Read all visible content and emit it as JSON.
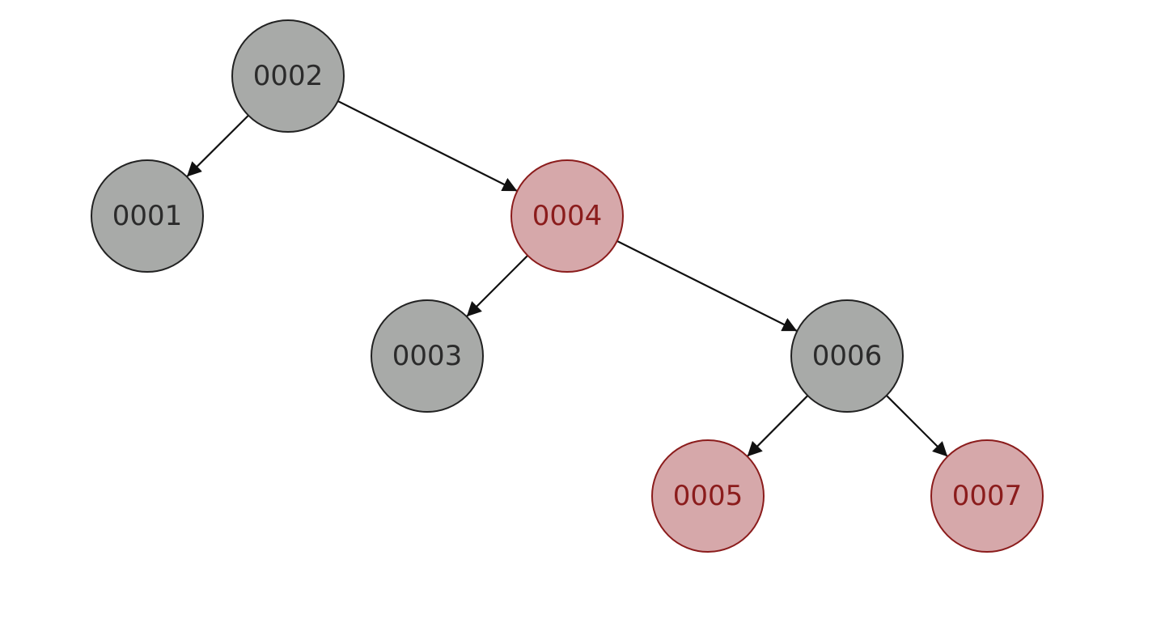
{
  "colors": {
    "black_fill": "#a8aaa8",
    "black_stroke": "#222222",
    "black_text": "#2b2b2b",
    "red_fill": "#d6a8aa",
    "red_stroke": "#8b1c1c",
    "red_text": "#8b1c1c",
    "edge": "#111111"
  },
  "tree": {
    "nodes": [
      {
        "id": "n2",
        "label": "0002",
        "color": "black"
      },
      {
        "id": "n1",
        "label": "0001",
        "color": "black"
      },
      {
        "id": "n4",
        "label": "0004",
        "color": "red"
      },
      {
        "id": "n3",
        "label": "0003",
        "color": "black"
      },
      {
        "id": "n6",
        "label": "0006",
        "color": "black"
      },
      {
        "id": "n5",
        "label": "0005",
        "color": "red"
      },
      {
        "id": "n7",
        "label": "0007",
        "color": "red"
      }
    ],
    "edges": [
      {
        "from": "n2",
        "to": "n1"
      },
      {
        "from": "n2",
        "to": "n4"
      },
      {
        "from": "n4",
        "to": "n3"
      },
      {
        "from": "n4",
        "to": "n6"
      },
      {
        "from": "n6",
        "to": "n5"
      },
      {
        "from": "n6",
        "to": "n7"
      }
    ]
  }
}
